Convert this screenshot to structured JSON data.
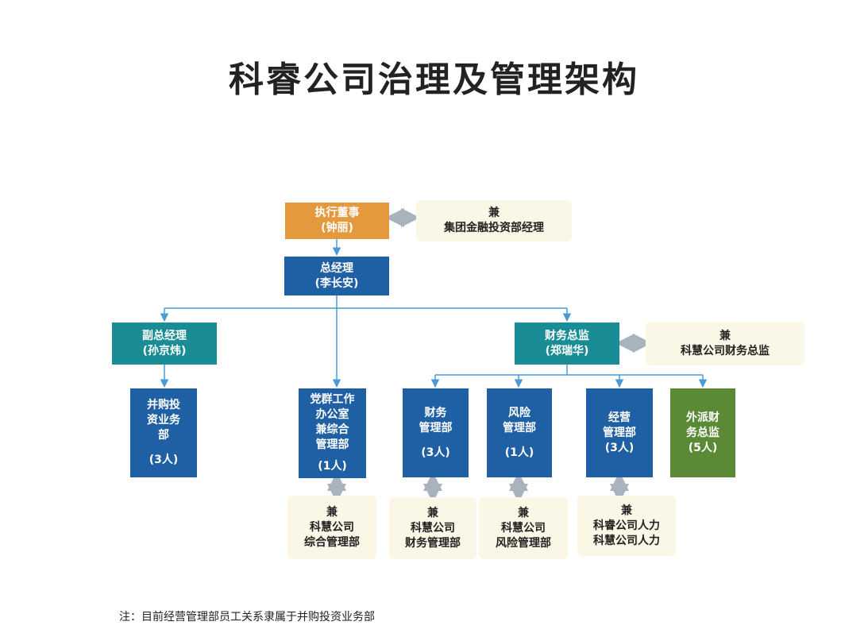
{
  "title": "科睿公司治理及管理架构",
  "nodes": {
    "exec_director": {
      "title": "执行董事",
      "name": "(钟丽)"
    },
    "general_manager": {
      "title": "总经理",
      "name": "(李长安)"
    },
    "deputy_gm": {
      "title": "副总经理",
      "name": "(孙京炜)"
    },
    "cfo": {
      "title": "财务总监",
      "name": "(郑瑞华)"
    },
    "ma_dept": {
      "lines": [
        "并购投",
        "资业务",
        "部"
      ],
      "count": "(3人)"
    },
    "party_office": {
      "lines": [
        "党群工作",
        "办公室",
        "兼综合",
        "管理部"
      ],
      "count": "(1人)"
    },
    "finance_dept": {
      "lines": [
        "财务",
        "管理部"
      ],
      "count": "(3人)"
    },
    "risk_dept": {
      "lines": [
        "风险",
        "管理部"
      ],
      "count": "(1人)"
    },
    "ops_dept": {
      "lines": [
        "经营",
        "管理部"
      ],
      "count": "(3人)"
    },
    "external_finance": {
      "lines": [
        "外派财",
        "务总监"
      ],
      "count": "(5人)"
    }
  },
  "notes": {
    "exec_director": [
      "兼",
      "集团金融投资部经理"
    ],
    "cfo": [
      "兼",
      "科慧公司财务总监"
    ],
    "party_office": [
      "兼",
      "科慧公司",
      "综合管理部"
    ],
    "finance_dept": [
      "兼",
      "科慧公司",
      "财务管理部"
    ],
    "risk_dept": [
      "兼",
      "科慧公司",
      "风险管理部"
    ],
    "ops_dept": [
      "兼",
      "科睿公司人力",
      "科慧公司人力"
    ]
  },
  "footnote": "注：目前经营管理部员工关系隶属于并购投资业务部",
  "colors": {
    "orange": "#e5993d",
    "blue": "#1f5fa3",
    "teal": "#198c95",
    "green": "#5b8a36",
    "note_bg": "#fbf7e6",
    "connector": "#4a9ad6",
    "link_arrow": "#a9b3bd"
  }
}
